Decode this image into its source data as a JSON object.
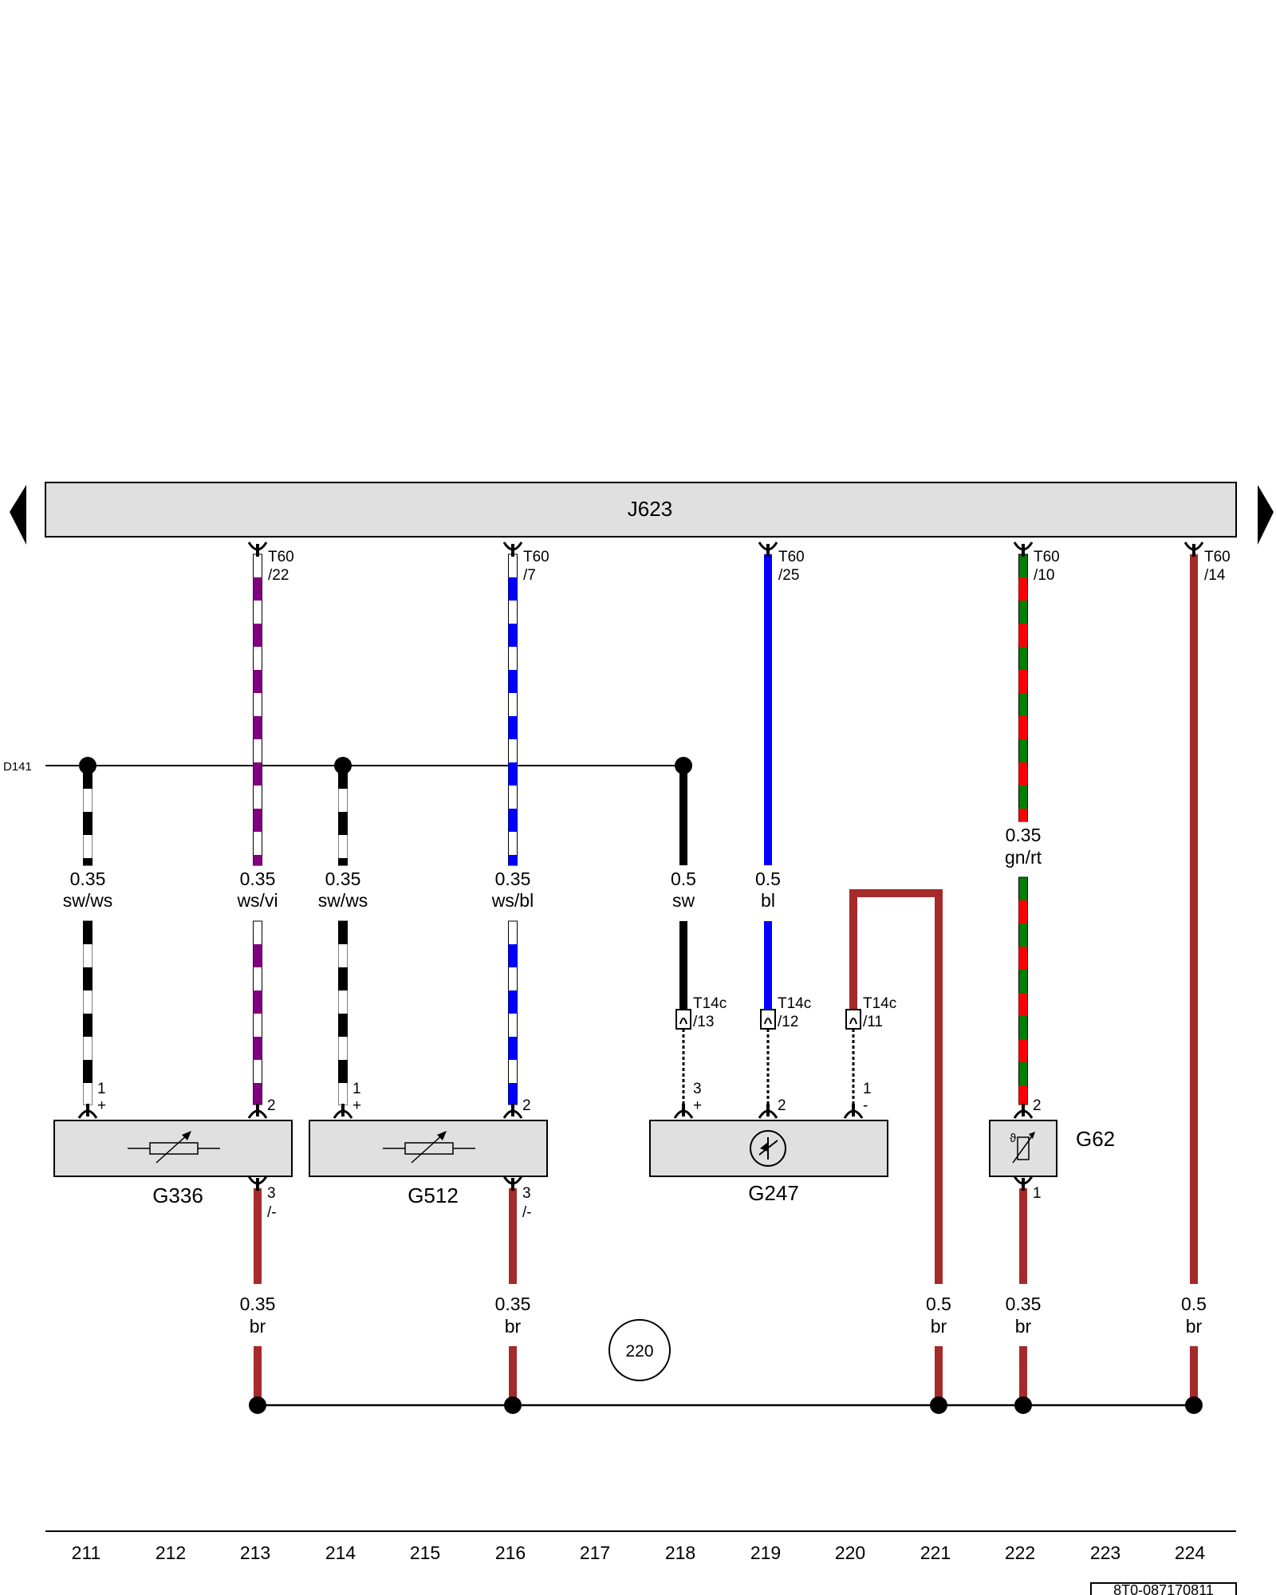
{
  "header": {
    "component": "J623"
  },
  "nav": {
    "prev_label": "previous page",
    "next_label": "next page"
  },
  "ground_line": "D141",
  "t60_pins": [
    {
      "conn": "T60",
      "pin": "/22"
    },
    {
      "conn": "T60",
      "pin": "/7"
    },
    {
      "conn": "T60",
      "pin": "/25"
    },
    {
      "conn": "T60",
      "pin": "/10"
    },
    {
      "conn": "T60",
      "pin": "/14"
    }
  ],
  "wires_mid": [
    {
      "size": "0.35",
      "color": "sw/ws"
    },
    {
      "size": "0.35",
      "color": "ws/vi"
    },
    {
      "size": "0.35",
      "color": "sw/ws"
    },
    {
      "size": "0.35",
      "color": "ws/bl"
    },
    {
      "size": "0.5",
      "color": "sw"
    },
    {
      "size": "0.5",
      "color": "bl"
    },
    {
      "size": "0.35",
      "color": "gn/rt"
    }
  ],
  "wires_bottom": [
    {
      "size": "0.35",
      "color": "br"
    },
    {
      "size": "0.35",
      "color": "br"
    },
    {
      "size": "0.5",
      "color": "br"
    },
    {
      "size": "0.35",
      "color": "br"
    },
    {
      "size": "0.5",
      "color": "br"
    }
  ],
  "t14c_pins": [
    {
      "conn": "T14c",
      "pin": "/13"
    },
    {
      "conn": "T14c",
      "pin": "/12"
    },
    {
      "conn": "T14c",
      "pin": "/11"
    }
  ],
  "component_pins": [
    {
      "num": "1",
      "sign": "+"
    },
    {
      "num": "2",
      "sign": ""
    },
    {
      "num": "1",
      "sign": "+"
    },
    {
      "num": "2",
      "sign": ""
    },
    {
      "num": "3",
      "sign": "+"
    },
    {
      "num": "2",
      "sign": ""
    },
    {
      "num": "1",
      "sign": "-"
    },
    {
      "num": "2",
      "sign": ""
    },
    {
      "num": "3",
      "sign": "/-"
    },
    {
      "num": "3",
      "sign": "/-"
    },
    {
      "num": "1",
      "sign": ""
    }
  ],
  "components": [
    "G336",
    "G512",
    "G247",
    "G62"
  ],
  "reference_circle": "220",
  "columns": [
    "211",
    "212",
    "213",
    "214",
    "215",
    "216",
    "217",
    "218",
    "219",
    "220",
    "221",
    "222",
    "223",
    "224"
  ],
  "doc_number": "8T0-087170811",
  "wire_colors": {
    "sw": "#000000",
    "ws": "#ffffff",
    "vi": "#800080",
    "bl": "#0000ff",
    "gn": "#008000",
    "rt": "#ff0000",
    "br": "#a52a2a"
  }
}
